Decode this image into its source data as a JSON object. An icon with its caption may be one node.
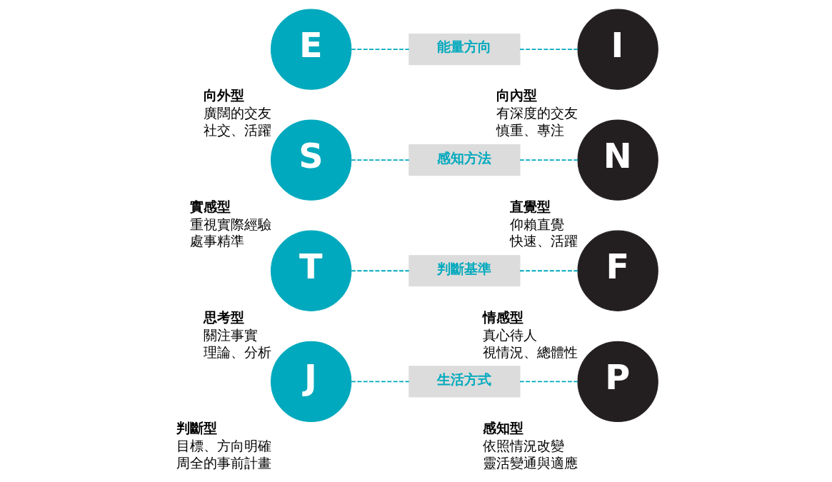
{
  "diagram": {
    "nodes": [
      {
        "text": [
          "E"
        ],
        "beside": [
          "向外型",
          "廣闊的交友",
          "社交、活躍"
        ]
      },
      {
        "text": [
          "能量方向"
        ]
      },
      {
        "text": [
          "I"
        ],
        "beside": [
          "向內型",
          "有深度的交友",
          "慎重、專注"
        ]
      },
      {
        "text": [
          "S"
        ],
        "beside": [
          "實感型",
          "重視實際經驗",
          "處事精準"
        ]
      },
      {
        "text": [
          "感知方法"
        ]
      },
      {
        "text": [
          "N"
        ],
        "beside": [
          "直覺型",
          "仰賴直覺",
          "快速、活躍"
        ]
      },
      {
        "text": [
          "T"
        ],
        "beside": [
          "思考型",
          "關注事實",
          "理論、分析"
        ]
      },
      {
        "text": [
          "判斷基準"
        ]
      },
      {
        "text": [
          "F"
        ],
        "beside": [
          "情感型",
          "真心待人",
          "視情況、總體性"
        ]
      },
      {
        "text": [
          "J"
        ],
        "beside": [
          "判斷型",
          "目標、方向明確",
          "周全的事前計畫"
        ]
      },
      {
        "text": [
          "生活方式"
        ]
      },
      {
        "text": [
          "P"
        ],
        "beside": [
          "感知型",
          "依照情況改變",
          "靈活變通與適應"
        ]
      }
    ],
    "edges": [
      {
        "from": 0,
        "to": 1,
        "arrow": "none",
        "style": "dashed"
      },
      {
        "from": 1,
        "to": 2,
        "arrow": "none",
        "style": "dashed"
      },
      {
        "from": 3,
        "to": 4,
        "arrow": "none",
        "style": "dashed"
      },
      {
        "from": 4,
        "to": 5,
        "arrow": "none",
        "style": "dashed"
      },
      {
        "from": 6,
        "to": 7,
        "arrow": "none",
        "style": "dashed"
      },
      {
        "from": 7,
        "to": 8,
        "arrow": "none",
        "style": "dashed"
      },
      {
        "from": 9,
        "to": 10,
        "arrow": "none",
        "style": "dashed"
      },
      {
        "from": 10,
        "to": 11,
        "arrow": "none",
        "style": "dashed"
      }
    ]
  }
}
